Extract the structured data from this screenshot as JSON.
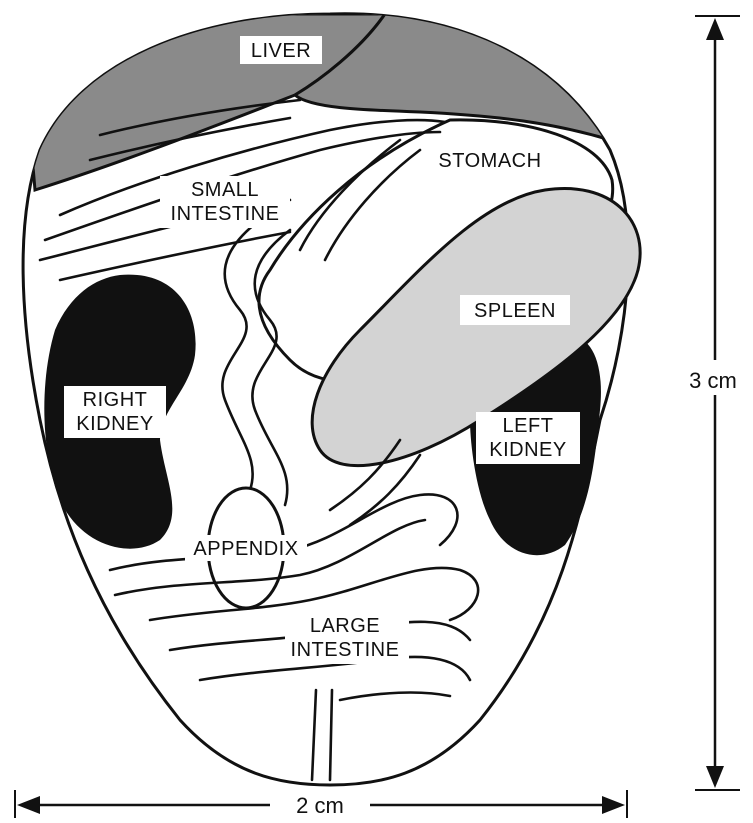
{
  "labels": {
    "liver": "LIVER",
    "stomach": "STOMACH",
    "small_intestine_1": "SMALL",
    "small_intestine_2": "INTESTINE",
    "spleen": "SPLEEN",
    "right_kidney_1": "RIGHT",
    "right_kidney_2": "KIDNEY",
    "left_kidney_1": "LEFT",
    "left_kidney_2": "KIDNEY",
    "appendix": "APPENDIX",
    "large_intestine_1": "LARGE",
    "large_intestine_2": "INTESTINE"
  },
  "dimensions": {
    "height": "3 cm",
    "width": "2 cm"
  },
  "colors": {
    "liver": "#8a8a8a",
    "spleen": "#d3d3d3",
    "kidney": "#111111",
    "outline": "#111111"
  }
}
